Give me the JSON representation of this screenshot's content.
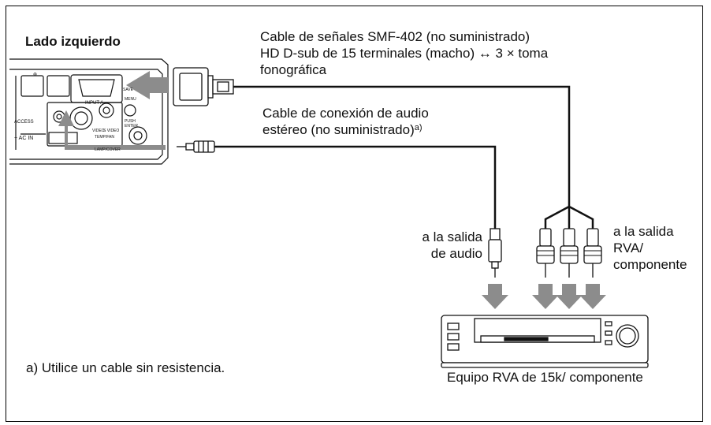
{
  "figure": {
    "heading": "Lado izquierdo",
    "signal_cable_line1": "Cable de señales SMF-402 (no suministrado)",
    "signal_cable_line2": "HD D-sub de 15 terminales (macho) ↔ 3 × toma",
    "signal_cable_line3": "fonográfica",
    "audio_cable_line1": "Cable de conexión de audio",
    "audio_cable_line2": "estéreo (no suministrado)",
    "audio_cable_mark": "a)",
    "audio_out_line1": "a la salida",
    "audio_out_line2": "de audio",
    "rgb_out_line1": "a la salida",
    "rgb_out_line2": "RVA/",
    "rgb_out_line3": "componente",
    "equipment_label": "Equipo RVA de 15k/ componente",
    "footnote": "a) Utilice un cable sin resistencia."
  },
  "projector_panel": {
    "input_label": "INPUT A",
    "access_label": "ACCESS",
    "ac_label": "~ AC IN",
    "menu_label": "MENU",
    "push_label": "PUSH",
    "enter_label": "ENTER",
    "video_label": "VIDEO",
    "svideo_label": "S VIDEO",
    "temp_label": "TEMP/FAN",
    "lamp_label": "LAMP/COVER",
    "save_label": "SAVE"
  },
  "colors": {
    "arrow": "#8c8c8c",
    "line": "#000000",
    "device_stroke": "#111111"
  }
}
